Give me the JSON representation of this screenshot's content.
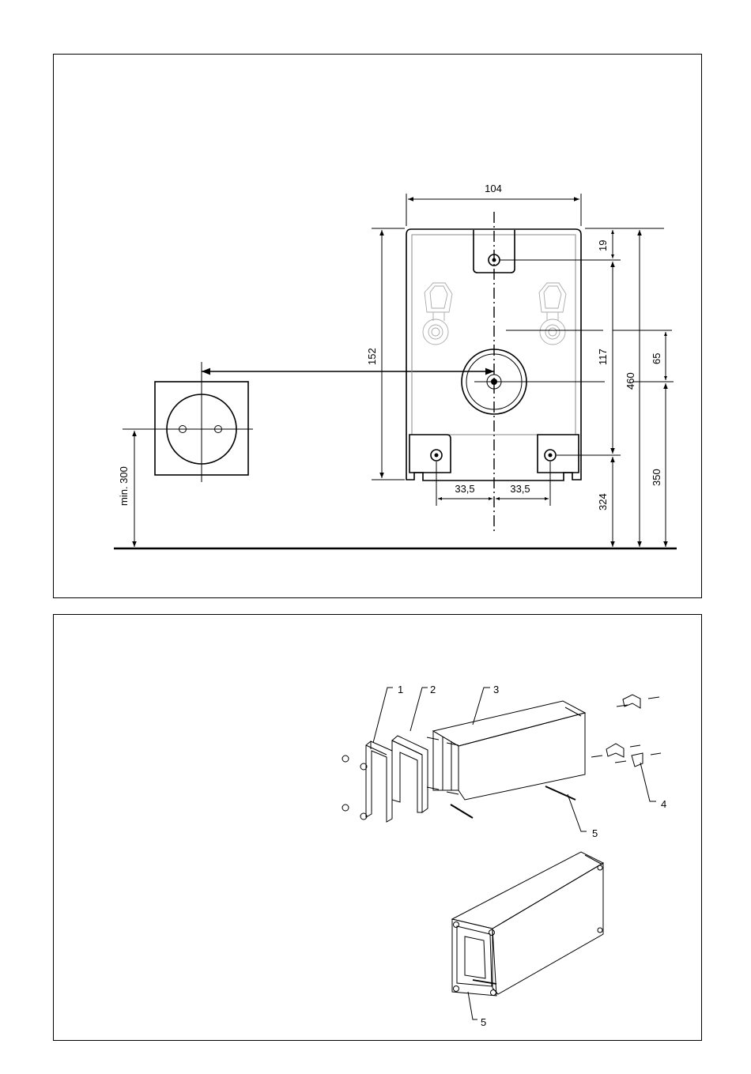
{
  "figure_top": {
    "dimensions": {
      "width_top": "104",
      "d19": "19",
      "d117": "117",
      "d152": "152",
      "d460": "460",
      "d65": "65",
      "d350": "350",
      "d324": "324",
      "d33_left": "33,5",
      "d33_right": "33,5",
      "min300": "min. 300"
    }
  },
  "figure_bottom": {
    "callouts": {
      "c1": "1",
      "c2": "2",
      "c3": "3",
      "c4": "4",
      "c5a": "5",
      "c5b": "5"
    }
  }
}
